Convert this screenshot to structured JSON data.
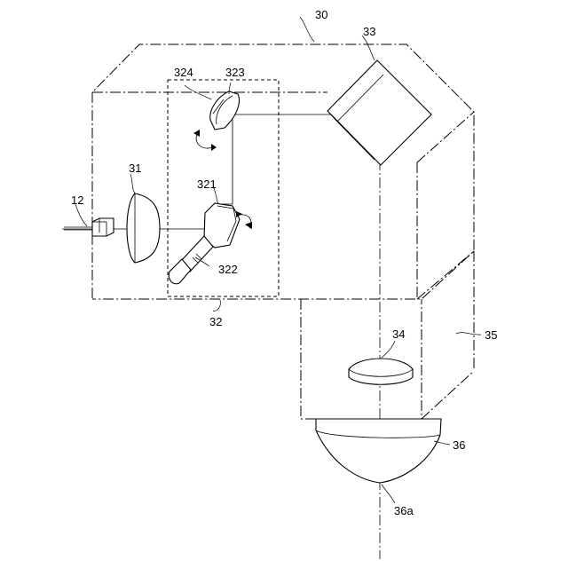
{
  "labels": {
    "head": "30",
    "lens_31": "31",
    "scanner": "32",
    "galvo_321": "321",
    "motor_322": "322",
    "mirror_323": "323",
    "motor_324": "324",
    "prism": "33",
    "lens_34": "34",
    "housing_35": "35",
    "nozzle": "36",
    "nozzle_tip": "36a",
    "fiber": "12"
  }
}
